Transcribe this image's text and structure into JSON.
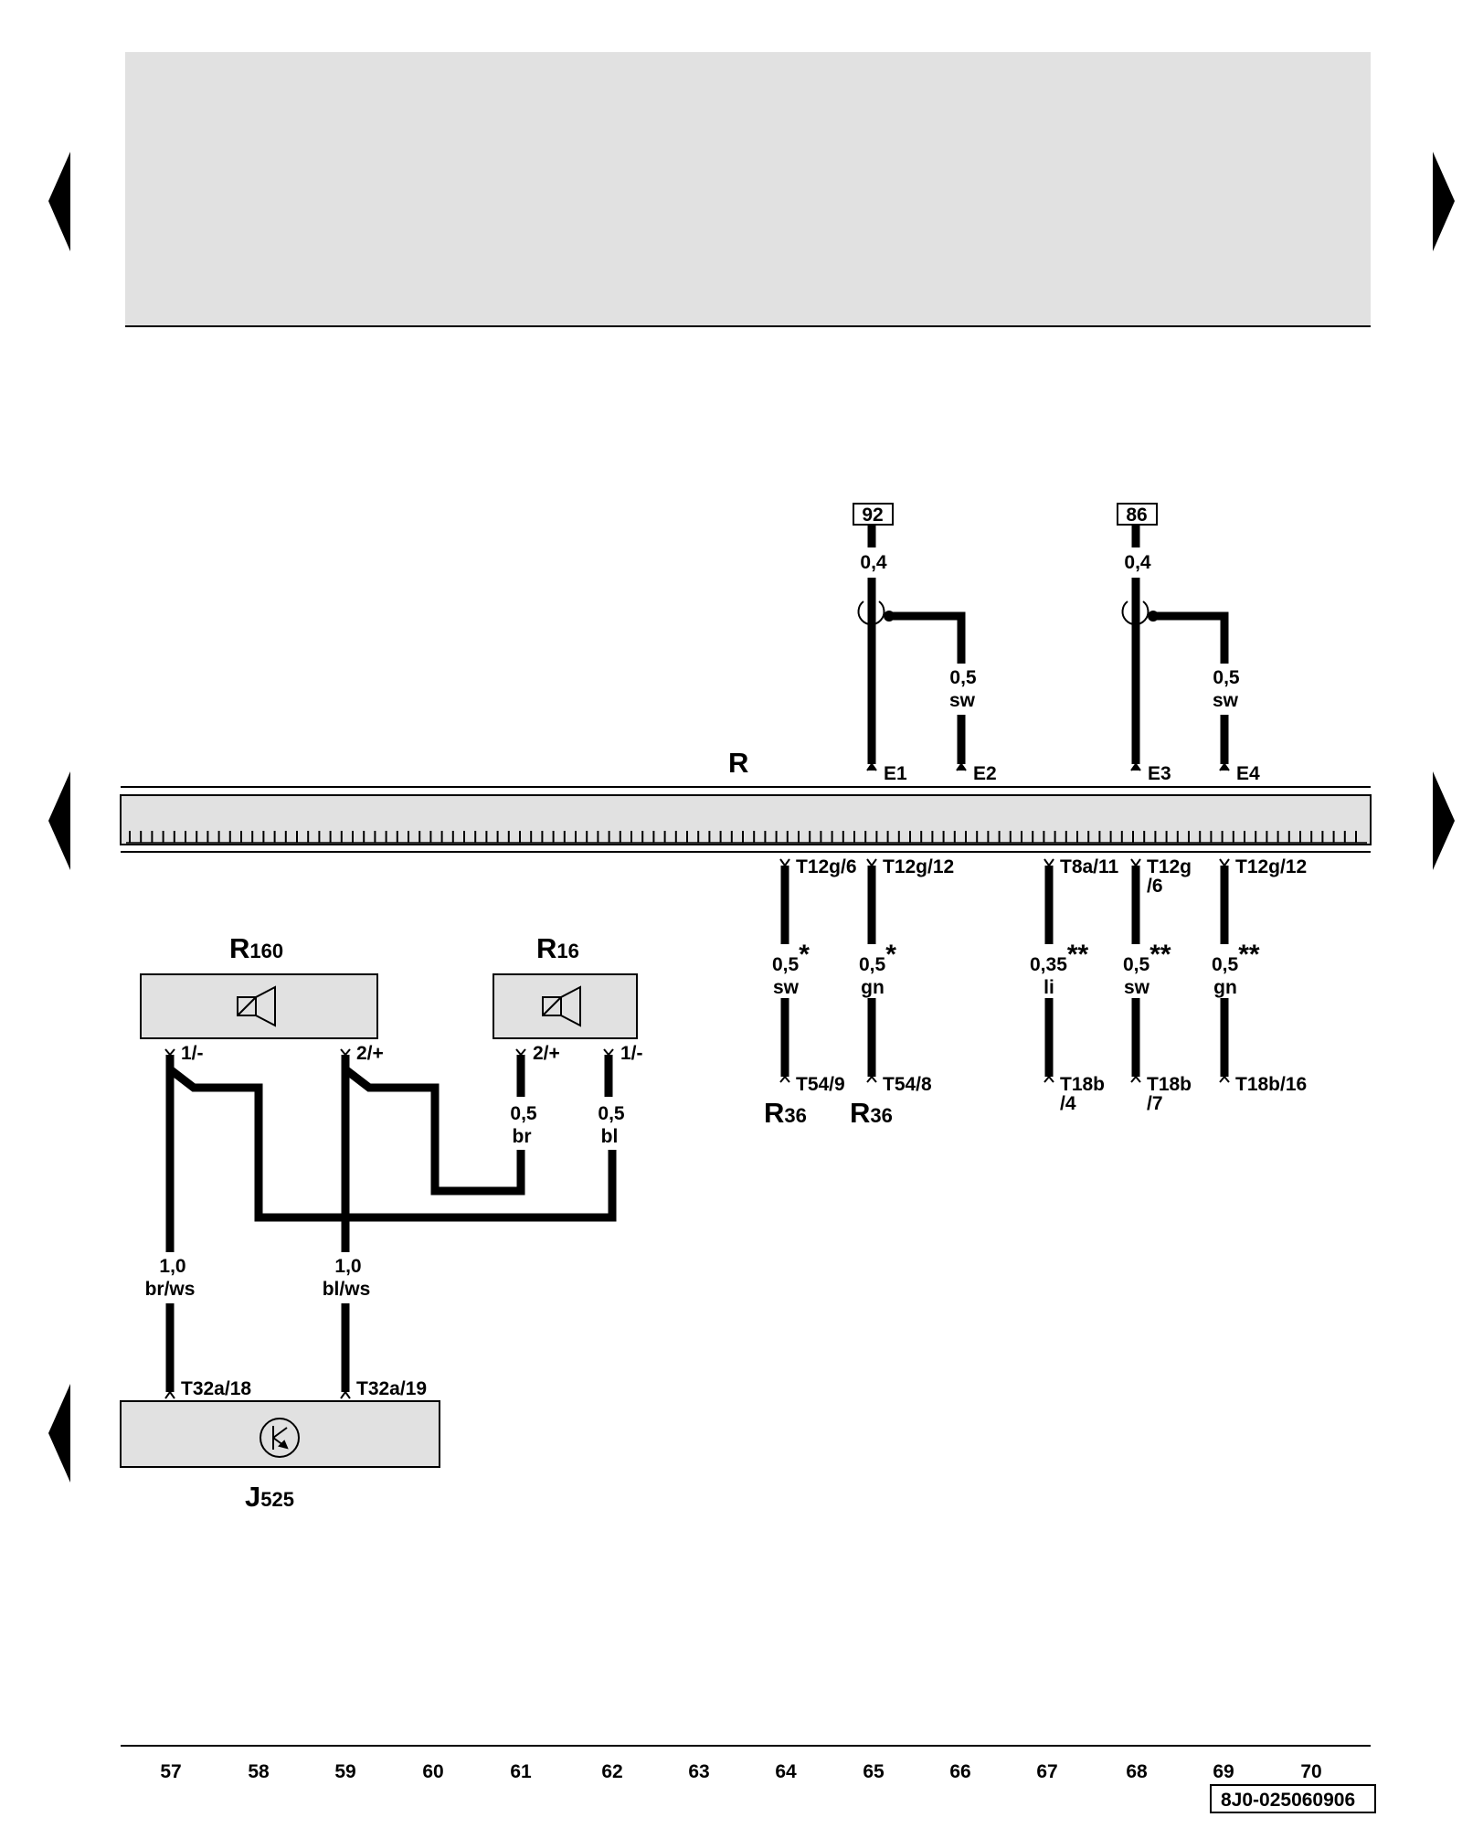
{
  "components": {
    "bus": "R",
    "r160": {
      "main": "R",
      "sub": "160"
    },
    "r16": {
      "main": "R",
      "sub": "16"
    },
    "j525": {
      "main": "J",
      "sub": "525"
    },
    "r36_a": {
      "main": "R",
      "sub": "36"
    },
    "r36_b": {
      "main": "R",
      "sub": "36"
    }
  },
  "refs": {
    "ref_92": "92",
    "ref_86": "86"
  },
  "top_wires": {
    "w92_size": "0,4",
    "w92_branch_size": "0,5",
    "w92_branch_color": "sw",
    "w86_size": "0,4",
    "w86_branch_size": "0,5",
    "w86_branch_color": "sw"
  },
  "bus_pins_top": [
    "E1",
    "E2",
    "E3",
    "E4"
  ],
  "bus_pins_bottom": {
    "p1": "T12g/6",
    "p2": "T12g/12",
    "p3": "T8a/11",
    "p4_line1": "T12g",
    "p4_line2": "/6",
    "p5": "T12g/12"
  },
  "lower_wires": [
    {
      "size": "0,5",
      "mark": "*",
      "color": "sw"
    },
    {
      "size": "0,5",
      "mark": "*",
      "color": "gn"
    },
    {
      "size": "0,35",
      "mark": "**",
      "color": "li"
    },
    {
      "size": "0,5",
      "mark": "**",
      "color": "sw"
    },
    {
      "size": "0,5",
      "mark": "**",
      "color": "gn"
    }
  ],
  "lower_ends": {
    "e1": "T54/9",
    "e2": "T54/8",
    "e3_line1": "T18b",
    "e3_line2": "/4",
    "e4_line1": "T18b",
    "e4_line2": "/7",
    "e5": "T18b/16"
  },
  "speaker_pins": {
    "r160_minus": "1/-",
    "r160_plus": "2/+",
    "r16_plus": "2/+",
    "r16_minus": "1/-"
  },
  "speaker_wires": {
    "br_size": "0,5",
    "br_color": "br",
    "bl_size": "0,5",
    "bl_color": "bl",
    "brws_size": "1,0",
    "brws_color": "br/ws",
    "blws_size": "1,0",
    "blws_color": "bl/ws"
  },
  "j525_pins": {
    "p18": "T32a/18",
    "p19": "T32a/19"
  },
  "grid_numbers": [
    "57",
    "58",
    "59",
    "60",
    "61",
    "62",
    "63",
    "64",
    "65",
    "66",
    "67",
    "68",
    "69",
    "70"
  ],
  "doc_code": "8J0-025060906"
}
